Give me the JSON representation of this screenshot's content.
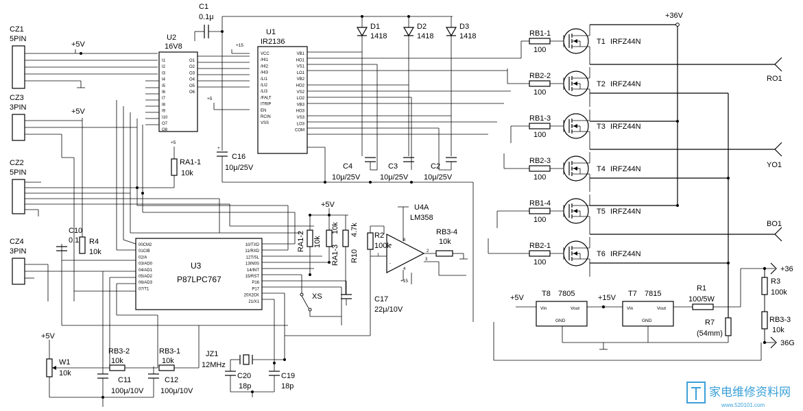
{
  "connectors": {
    "cz1": {
      "name": "CZ1",
      "pins": "5PIN"
    },
    "cz3": {
      "name": "CZ3",
      "pins": "3PIN"
    },
    "cz2": {
      "name": "CZ2",
      "pins": "5PIN"
    },
    "cz4": {
      "name": "CZ4",
      "pins": "3PIN"
    }
  },
  "supplies": {
    "p5v": "+5V",
    "p15": "+15",
    "p5": "+5",
    "p36v": "+36V",
    "p15v": "+15V",
    "p36": "+36",
    "g36": "36G"
  },
  "chips": {
    "u2": {
      "ref": "U2",
      "part": "16V8"
    },
    "u1": {
      "ref": "U1",
      "part": "IR2136",
      "left_pins": [
        "VCC",
        "/HI1",
        "/HI2",
        "/HI3",
        "/LI1",
        "/LI2",
        "/LI3",
        "/FALT",
        "ITRIP",
        "EN",
        "RCIN",
        "VSS"
      ],
      "right_pins": [
        "VB1",
        "HO1",
        "VS1",
        "LO1",
        "VB2",
        "HO2",
        "VS2",
        "LO2",
        "VB3",
        "HO3",
        "VS3",
        "LO3",
        "COM"
      ]
    },
    "u3": {
      "ref": "U3",
      "part": "P87LPC767",
      "left_pins": [
        "00CM2",
        "01CIB",
        "02/A",
        "03/AD0",
        "04/AD1",
        "05/AD2",
        "06/AD3",
        "07/T1"
      ],
      "right_pins": [
        "10/TXD",
        "11/RXD",
        "12T/SL",
        "13IN0S",
        "14/INT",
        "15/RST",
        "P16",
        "P17",
        "20X2CK",
        "21/X1"
      ]
    },
    "u4a": {
      "ref": "U4A",
      "part": "LM358"
    },
    "t8": {
      "ref": "T8",
      "part": "7805",
      "vin": "Vin",
      "vout": "Vout",
      "gnd": "GND"
    },
    "t7": {
      "ref": "T7",
      "part": "7815",
      "vin": "Vin",
      "vout": "Vout",
      "gnd": "GND"
    }
  },
  "u2_pins": {
    "left": [
      "I1",
      "I2",
      "I3",
      "I4",
      "I5",
      "I6",
      "I7",
      "I8",
      "I9",
      "I10",
      "O7",
      "O8"
    ],
    "right": [
      "O1",
      "O2",
      "O3",
      "O4",
      "O5",
      "O6"
    ]
  },
  "capacitors": {
    "c1": {
      "ref": "C1",
      "value": "0.1μ"
    },
    "c16": {
      "ref": "C16",
      "value": "10μ/25V"
    },
    "c4": {
      "ref": "C4",
      "value": "10μ/25V"
    },
    "c3": {
      "ref": "C3",
      "value": "10μ/25V"
    },
    "c2": {
      "ref": "C2",
      "value": "10μ/25V"
    },
    "c10": {
      "ref": "C10",
      "value": "0.1μ"
    },
    "c17": {
      "ref": "C17",
      "value": "22μ/10V"
    },
    "c11": {
      "ref": "C11",
      "value": "100μ/10V"
    },
    "c12": {
      "ref": "C12",
      "value": "100μ/10V"
    },
    "c20": {
      "ref": "C20",
      "value": "18p"
    },
    "c19": {
      "ref": "C19",
      "value": "18p"
    }
  },
  "diodes": {
    "d1": {
      "ref": "D1",
      "part": "1418"
    },
    "d2": {
      "ref": "D2",
      "part": "1418"
    },
    "d3": {
      "ref": "D3",
      "part": "1418"
    }
  },
  "resistors": {
    "rb11": {
      "ref": "RB1-1",
      "value": "100"
    },
    "rb22": {
      "ref": "RB2-2",
      "value": "100"
    },
    "rb13": {
      "ref": "RB1-3",
      "value": "100"
    },
    "rb23": {
      "ref": "RB2-3",
      "value": "100"
    },
    "rb14": {
      "ref": "RB1-4",
      "value": "100"
    },
    "rb21": {
      "ref": "RB2-1",
      "value": "100"
    },
    "ra11": {
      "ref": "RA1-1",
      "value": "10k"
    },
    "ra12": {
      "ref": "RA1-2",
      "value": "10k"
    },
    "ra13": {
      "ref": "RA1-3",
      "value": "10k"
    },
    "r10": {
      "ref": "R10",
      "value": "4.7k"
    },
    "r4": {
      "ref": "R4",
      "value": "10k"
    },
    "r2": {
      "ref": "R2",
      "value": "100k"
    },
    "rb34": {
      "ref": "RB3-4",
      "value": "10k"
    },
    "rb32": {
      "ref": "RB3-2",
      "value": "10k"
    },
    "rb31": {
      "ref": "RB3-1",
      "value": "10k"
    },
    "w1": {
      "ref": "W1",
      "value": "10k"
    },
    "r1": {
      "ref": "R1",
      "value": "100/5W"
    },
    "r3": {
      "ref": "R3",
      "value": "100k"
    },
    "rb33": {
      "ref": "RB3-3",
      "value": "10k"
    },
    "r7": {
      "ref": "R7",
      "value": "(54mm)"
    }
  },
  "transistors": {
    "t1": {
      "ref": "T1",
      "part": "IRFZ44N"
    },
    "t2": {
      "ref": "T2",
      "part": "IRFZ44N"
    },
    "t3": {
      "ref": "T3",
      "part": "IRFZ44N"
    },
    "t4": {
      "ref": "T4",
      "part": "IRFZ44N"
    },
    "t5": {
      "ref": "T5",
      "part": "IRFZ44N"
    },
    "t6": {
      "ref": "T6",
      "part": "IRFZ44N"
    }
  },
  "crystal": {
    "ref": "JZ1",
    "value": "12MHz"
  },
  "switch": {
    "ref": "XS"
  },
  "outputs": {
    "ro1": "RO1",
    "yo1": "YO1",
    "bo1": "BO1"
  },
  "watermark": {
    "cn": "家电维修资料网",
    "url": "www.520101.com"
  }
}
